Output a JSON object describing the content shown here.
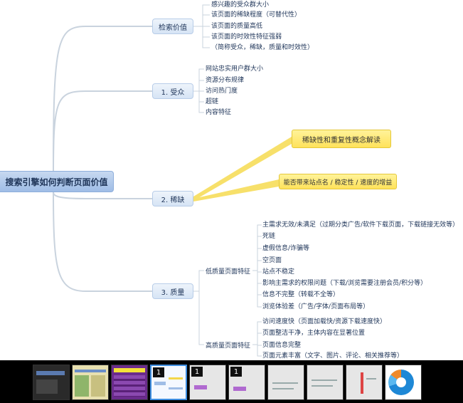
{
  "root": {
    "label": "搜索引擎如何判断页面价值"
  },
  "branches": [
    {
      "label": "检索价值",
      "children": [
        "感兴趣的受众群大小",
        "该页面的稀缺程度（可替代性）",
        "该页面的质量高低",
        "该页面的时效性特征强弱",
        "（简称受众，稀缺，质量和时效性）"
      ]
    },
    {
      "label": "1. 受众",
      "children": [
        "网站忠实用户群大小",
        "资源分布规律",
        "访问热门度",
        "超链",
        "内容特征"
      ]
    },
    {
      "label": "2. 稀缺",
      "callouts": [
        "稀缺性和重复性概念解读",
        "能否带来站点名 / 稳定性 / 速度的增益"
      ]
    },
    {
      "label": "3. 质量",
      "groups": [
        {
          "label": "低质量页面特征",
          "items": [
            "主需求无效/未满足（过期分类广告/软件下载页面，下载链接无效等）",
            "死链",
            "虚假信息/诈骗等",
            "空页面",
            "站点不稳定",
            "影响主需求的权限问题（下载/浏览需要注册会员/积分等）",
            "信息不完整（转载不全等）",
            "浏览体验差（广告/字体/页面布局等）"
          ]
        },
        {
          "label": "高质量页面特征",
          "items": [
            "访问速度快（页面加载快/资源下载速度快）",
            "页面整洁干净，主体内容在显著位置",
            "页面信息完整",
            "页面元素丰富（文字、图片、评论、相关推荐等）"
          ]
        }
      ]
    }
  ],
  "thumbnails": [
    {
      "badge": "",
      "style": "dark"
    },
    {
      "badge": "",
      "style": "table"
    },
    {
      "badge": "",
      "style": "purple"
    },
    {
      "badge": "1",
      "style": "map",
      "active": true
    },
    {
      "badge": "1",
      "style": "map"
    },
    {
      "badge": "1",
      "style": "map"
    },
    {
      "badge": "",
      "style": "map"
    },
    {
      "badge": "",
      "style": "map"
    },
    {
      "badge": "",
      "style": "map"
    },
    {
      "badge": "",
      "style": "donut"
    }
  ],
  "colors": {
    "line": "#c9d3de",
    "callout_line": "#f2d64a",
    "accent": "#3d8de0"
  }
}
